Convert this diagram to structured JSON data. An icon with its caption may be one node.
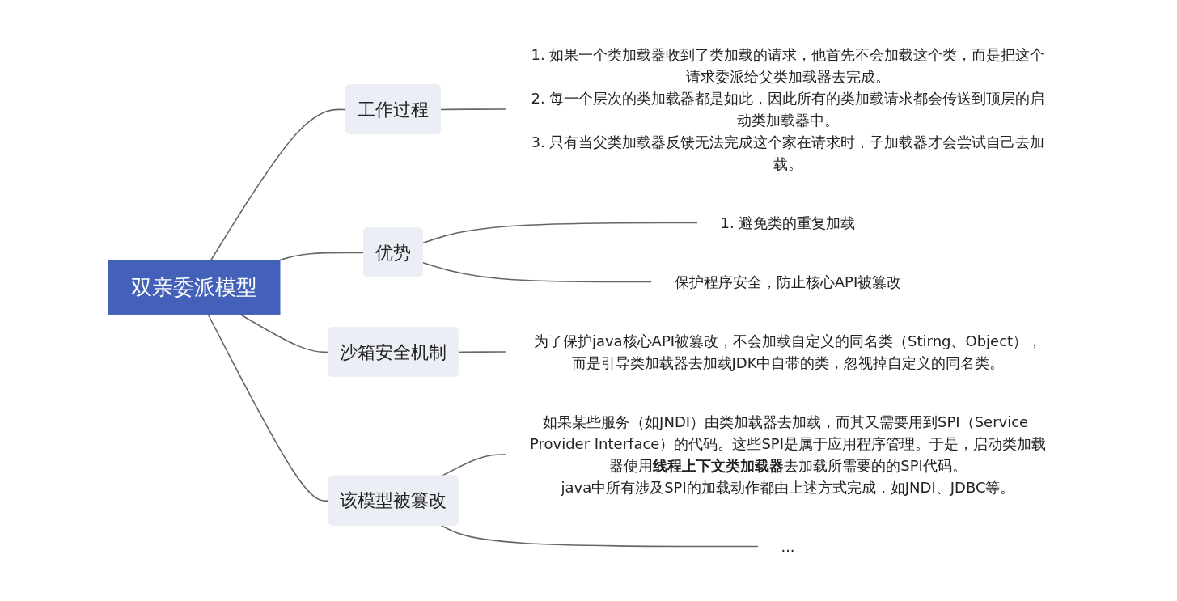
{
  "diagram": {
    "nodes": [
      {
        "text": [
          "双亲委派模型"
        ]
      },
      {
        "text": [
          "工作过程"
        ]
      },
      {
        "text": [
          "1. 如果一个类加载器收到了类加载的请求，他首先不会加载这个类，而是把这个请求委派给父类加载器去完成。",
          "2. 每一个层次的类加载器都是如此，因此所有的类加载请求都会传送到顶层的启动类加载器中。",
          "3. 只有当父类加载器反馈无法完成这个家在请求时，子加载器才会尝试自己去加载。"
        ]
      },
      {
        "text": [
          "优势"
        ]
      },
      {
        "text": [
          "1. 避免类的重复加载"
        ]
      },
      {
        "text": [
          "保护程序安全，防止核心API被篡改"
        ]
      },
      {
        "text": [
          "沙箱安全机制"
        ]
      },
      {
        "text": [
          "为了保护java核心API被篡改，不会加载自定义的同名类（Stirng、Object），而是引导类加载器去加载JDK中自带的类，忽视掉自定义的同名类。"
        ]
      },
      {
        "text": [
          "该模型被篡改"
        ]
      },
      {
        "text": [
          "如果某些服务（如JNDI）由类加载器去加载，而其又需要用到SPI（Service Provider Interface）的代码。这些SPI是属于应用程序管理。于是，启动类加载器使用**线程上下文类加载器**去加载所需要的的SPI代码。",
          "java中所有涉及SPI的加载动作都由上述方式完成，如JNDI、JDBC等。"
        ]
      },
      {
        "text": [
          "..."
        ]
      }
    ],
    "edges": [
      {
        "from": 0,
        "to": 1,
        "arrow": "none"
      },
      {
        "from": 1,
        "to": 2,
        "arrow": "none"
      },
      {
        "from": 0,
        "to": 3,
        "arrow": "none"
      },
      {
        "from": 3,
        "to": 4,
        "arrow": "none"
      },
      {
        "from": 3,
        "to": 5,
        "arrow": "none"
      },
      {
        "from": 0,
        "to": 6,
        "arrow": "none"
      },
      {
        "from": 6,
        "to": 7,
        "arrow": "none"
      },
      {
        "from": 0,
        "to": 8,
        "arrow": "none"
      },
      {
        "from": 8,
        "to": 9,
        "arrow": "none"
      },
      {
        "from": 8,
        "to": 10,
        "arrow": "none"
      }
    ]
  }
}
